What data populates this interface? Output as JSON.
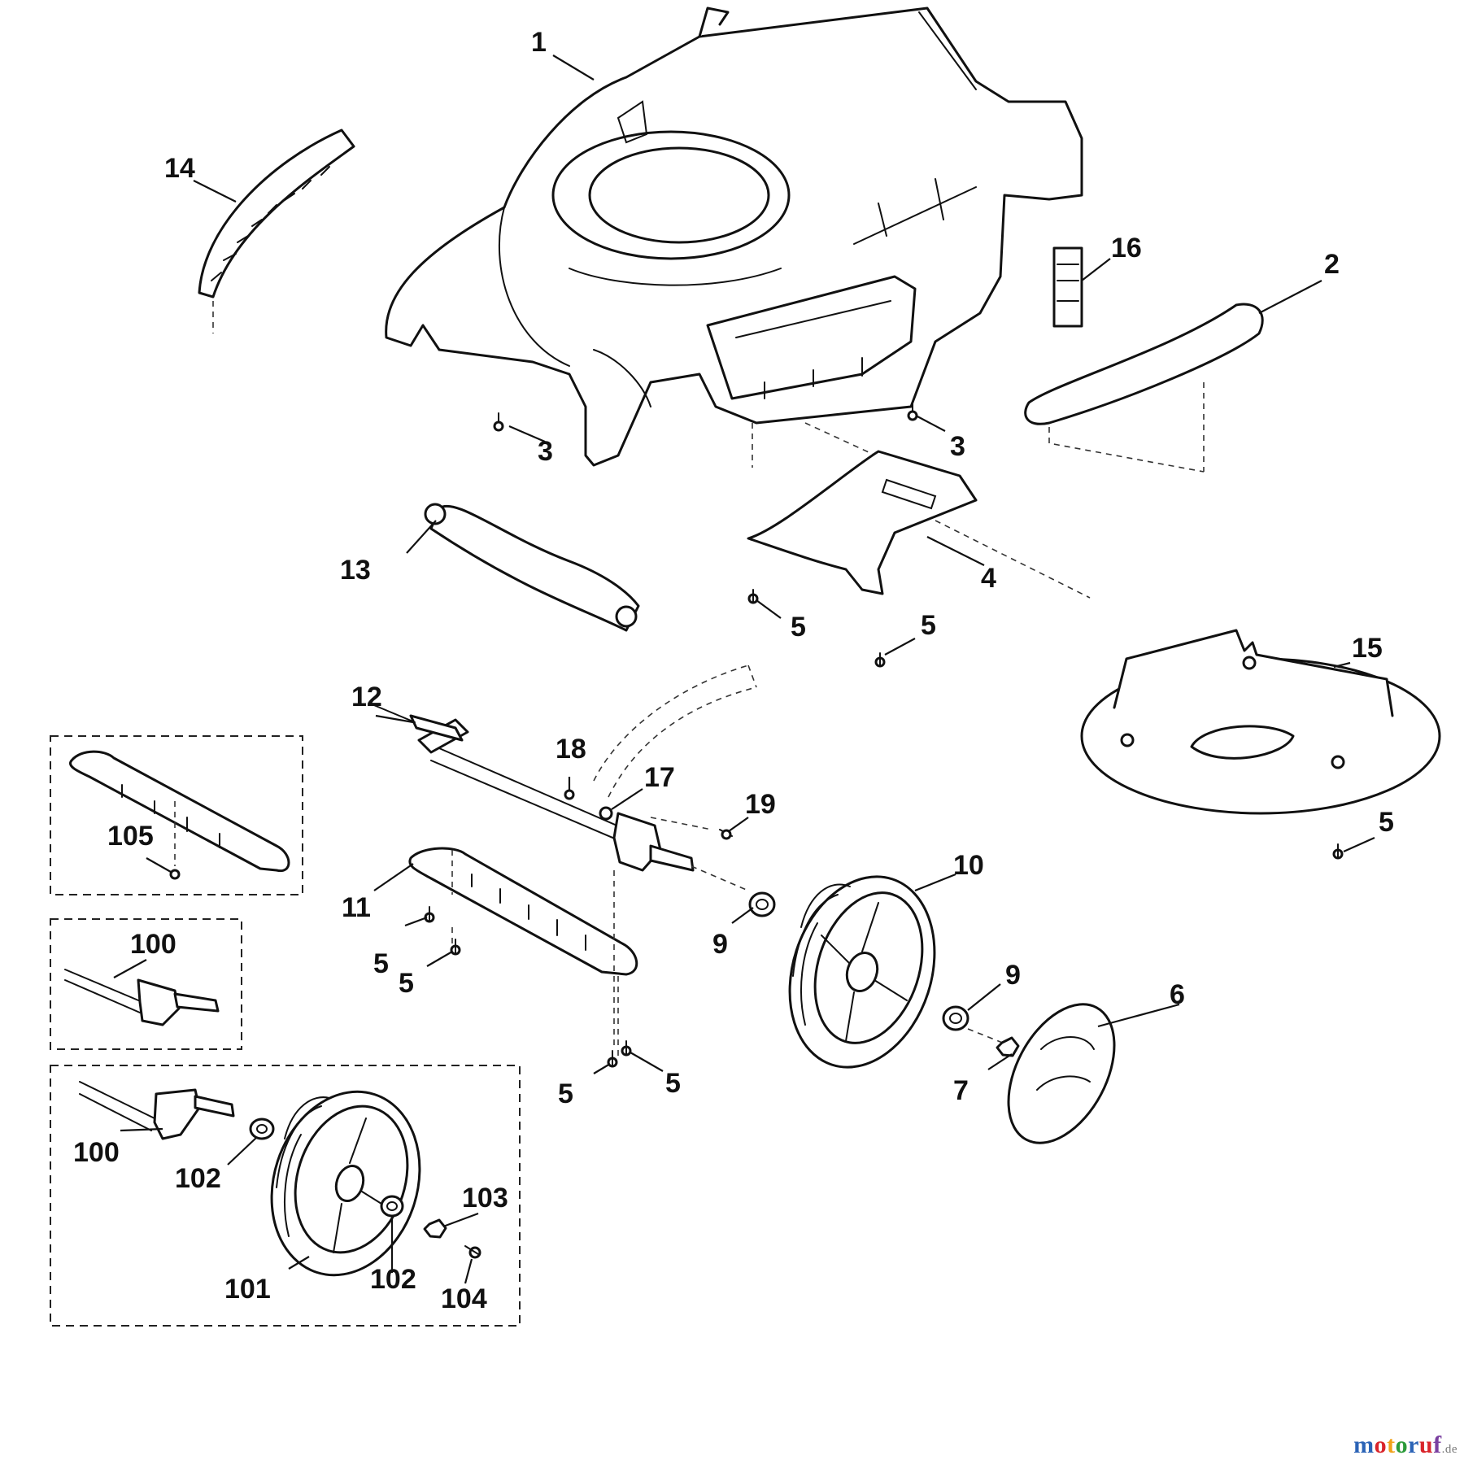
{
  "callouts": {
    "c1": "1",
    "c2": "2",
    "c3a": "3",
    "c3b": "3",
    "c4": "4",
    "c5a": "5",
    "c5b": "5",
    "c5c": "5",
    "c5d": "5",
    "c5e": "5",
    "c5f": "5",
    "c5g": "5",
    "c6": "6",
    "c7": "7",
    "c9a": "9",
    "c9b": "9",
    "c10": "10",
    "c11": "11",
    "c12": "12",
    "c13": "13",
    "c14": "14",
    "c15": "15",
    "c16": "16",
    "c17": "17",
    "c18": "18",
    "c19": "19",
    "c100a": "100",
    "c100b": "100",
    "c101": "101",
    "c102a": "102",
    "c102b": "102",
    "c103": "103",
    "c104": "104",
    "c105": "105"
  },
  "watermark": {
    "letters": [
      "m",
      "o",
      "t",
      "o",
      "r",
      "u",
      "f"
    ],
    "letter_colors": [
      "#2b63b6",
      "#d9252b",
      "#f0a21a",
      "#2b9a3a",
      "#2b63b6",
      "#d9252b",
      "#7a3fa0"
    ],
    "tld": ".de"
  }
}
